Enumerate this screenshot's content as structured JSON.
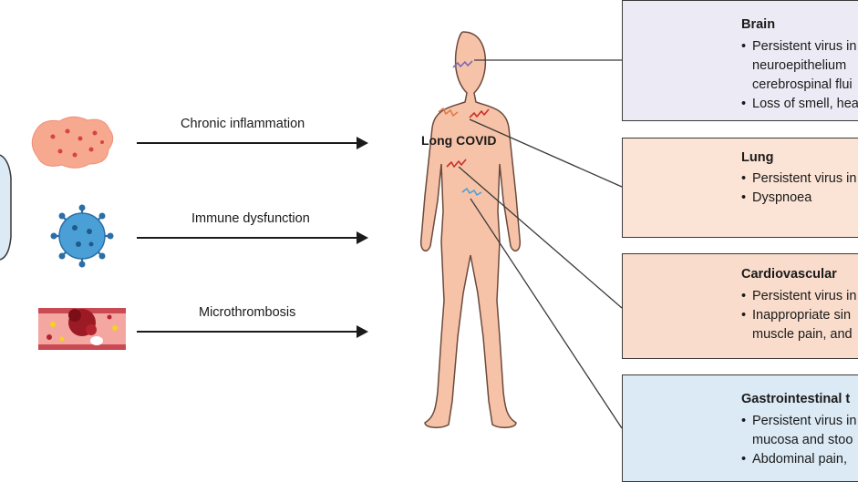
{
  "causes": [
    {
      "label": "Chronic inflammation"
    },
    {
      "label": "Immune dysfunction"
    },
    {
      "label": "Microthrombosis"
    }
  ],
  "hub_label": "Long COVID",
  "organs": [
    {
      "title": "Brain",
      "bullets": [
        "Persistent virus in",
        "neuroepithelium",
        "cerebrospinal flui",
        "Loss of smell, hea"
      ],
      "color": "#ecebf5"
    },
    {
      "title": "Lung",
      "bullets": [
        "Persistent virus in",
        "Dyspnoea"
      ],
      "color": "#fbe3d5"
    },
    {
      "title": "Cardiovascular",
      "bullets": [
        "Persistent virus in",
        "Inappropriate sin",
        "muscle pain, and"
      ],
      "color": "#f9dccb"
    },
    {
      "title": "Gastrointestinal t",
      "bullets": [
        "Persistent virus in",
        "mucosa and stoo",
        "Abdominal pain,"
      ],
      "color": "#dbeaf5"
    }
  ],
  "colors": {
    "skin": "#f7c3a8",
    "skin_outline": "#6b4a3d",
    "virus_blue": "#4aa0d6",
    "blood_red": "#b3242e",
    "inflammation": "#f6a98f"
  },
  "icons": [
    "inflamed-cells-icon",
    "virus-icon",
    "blood-vessel-clot-icon",
    "human-body-icon",
    "brain-icon",
    "lungs-icon",
    "blood-vessel-icon",
    "intestine-icon"
  ]
}
